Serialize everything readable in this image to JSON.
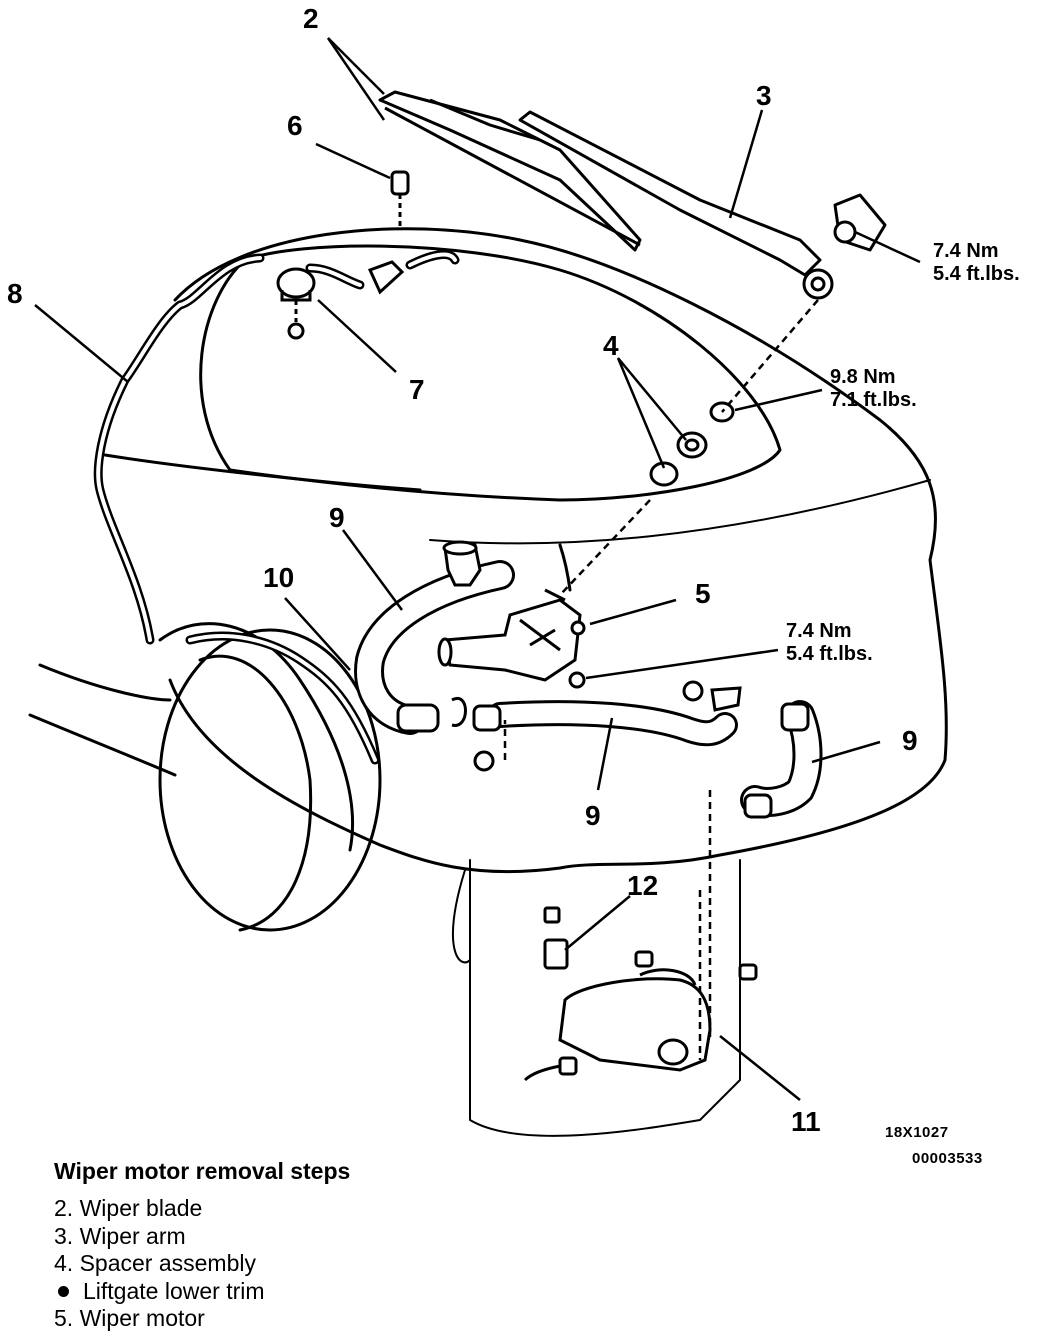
{
  "callouts": {
    "c2": "2",
    "c3": "3",
    "c4": "4",
    "c5": "5",
    "c6": "6",
    "c7": "7",
    "c8": "8",
    "c9a": "9",
    "c9b": "9",
    "c9c": "9",
    "c10": "10",
    "c11": "11",
    "c12": "12"
  },
  "torque_specs": {
    "arm_nut": {
      "nm": "7.4 Nm",
      "ftlbs": "5.4 ft.lbs."
    },
    "spacer_nut": {
      "nm": "9.8 Nm",
      "ftlbs": "7.1 ft.lbs."
    },
    "motor_bolt": {
      "nm": "7.4 Nm",
      "ftlbs": "5.4 ft.lbs."
    }
  },
  "figure_codes": {
    "code1": "18X1027",
    "code2": "00003533"
  },
  "steps": {
    "title": "Wiper motor removal steps",
    "items": [
      {
        "marker": "2.",
        "text": "Wiper blade"
      },
      {
        "marker": "3.",
        "text": "Wiper arm"
      },
      {
        "marker": "4.",
        "text": "Spacer assembly"
      },
      {
        "marker": "bullet",
        "text": "Liftgate lower trim"
      },
      {
        "marker": "5.",
        "text": "Wiper motor"
      }
    ]
  }
}
